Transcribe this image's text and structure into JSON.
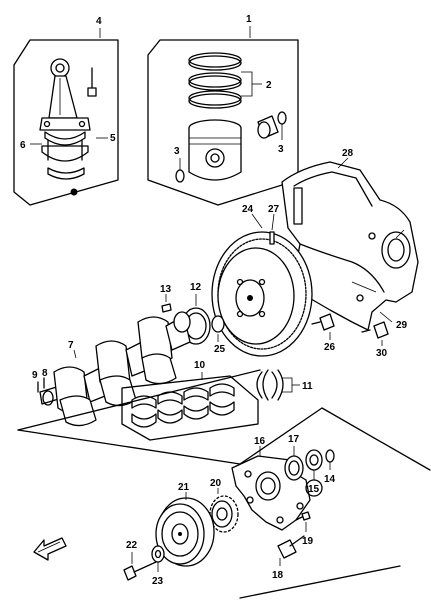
{
  "callouts": {
    "c1": "1",
    "c2": "2",
    "c3a": "3",
    "c3b": "3",
    "c4": "4",
    "c5": "5",
    "c6": "6",
    "c7": "7",
    "c8": "8",
    "c9": "9",
    "c10": "10",
    "c11": "11",
    "c12": "12",
    "c13": "13",
    "c14": "14",
    "c15": "15",
    "c16": "16",
    "c17": "17",
    "c18": "18",
    "c19": "19",
    "c20": "20",
    "c21": "21",
    "c22": "22",
    "c23": "23",
    "c24": "24",
    "c25": "25",
    "c26": "26",
    "c27": "27",
    "c28": "28",
    "c29": "29",
    "c30": "30"
  },
  "front_arrow_icon": "arrow-front-icon"
}
